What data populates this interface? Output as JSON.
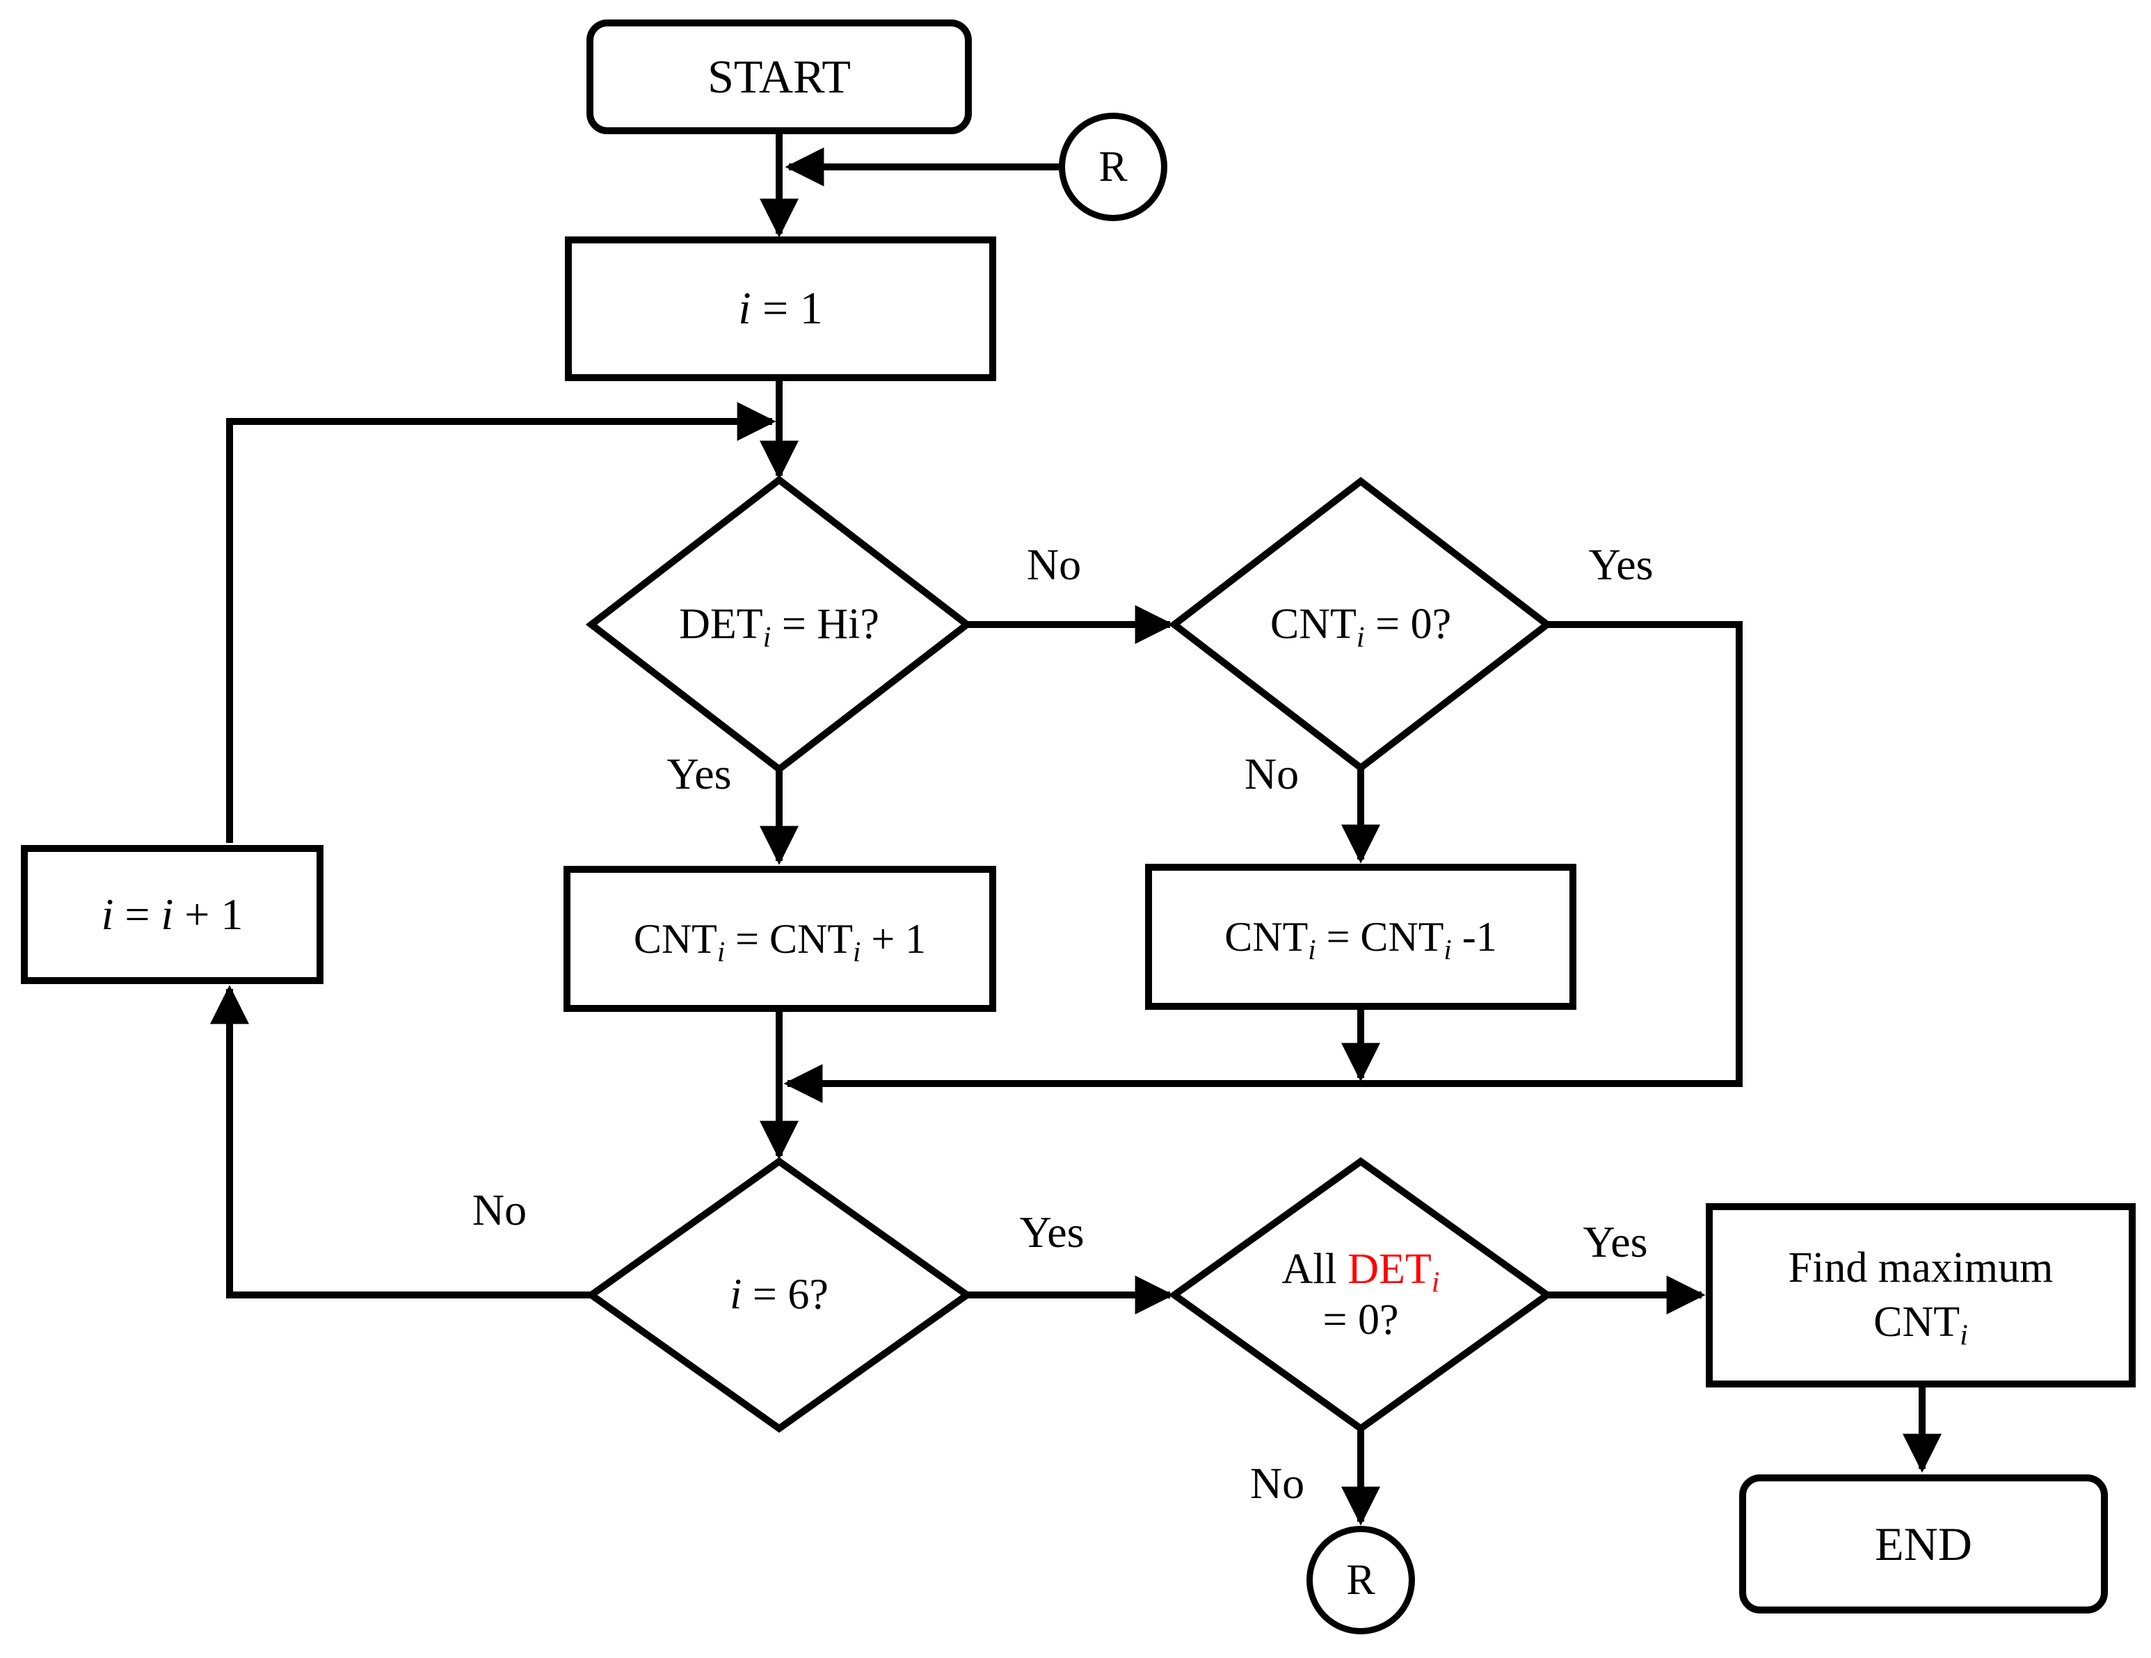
{
  "colors": {
    "line": "#000000",
    "det_red": "#ff0000",
    "background": "#ffffff"
  },
  "nodes": {
    "start": {
      "label": "START"
    },
    "recycle_top": {
      "label": "R"
    },
    "init": {
      "v": "i",
      "rest": " = 1"
    },
    "det_decision": {
      "name": "DET",
      "sub": "i",
      "rest": " = Hi?"
    },
    "cnt_zero_decision": {
      "name": "CNT",
      "sub": "i",
      "rest": " = 0?"
    },
    "cnt_increment": {
      "p1": "CNT",
      "s1": "i",
      "mid": " = CNT",
      "s2": "i",
      "rest": " + 1"
    },
    "cnt_decrement": {
      "p1": "CNT",
      "s1": "i",
      "mid": " = CNT",
      "s2": "i",
      "rest": " -1"
    },
    "i_increment": {
      "v1": "i",
      "mid": " = ",
      "v2": "i",
      "rest": " + 1"
    },
    "i_six_decision": {
      "v": "i",
      "rest": " = 6?"
    },
    "all_det_decision": {
      "pre": "All ",
      "name": "DET",
      "sub": "i",
      "line2": "= 0?"
    },
    "find_max": {
      "line1": "Find maximum",
      "name": "CNT",
      "sub": "i"
    },
    "end": {
      "label": "END"
    },
    "recycle_bottom": {
      "label": "R"
    }
  },
  "edge_labels": {
    "det_yes": "Yes",
    "det_no": "No",
    "cnt_zero_yes": "Yes",
    "cnt_zero_no": "No",
    "i_six_yes": "Yes",
    "i_six_no": "No",
    "all_det_yes": "Yes",
    "all_det_no": "No"
  }
}
